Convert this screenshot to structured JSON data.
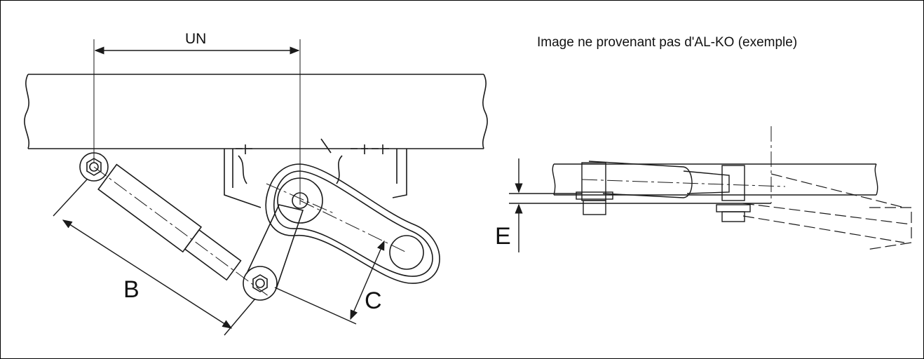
{
  "caption": "Image ne provenant pas d'AL-KO (exemple)",
  "dimensions": {
    "a": "UN",
    "b": "B",
    "c": "C",
    "e": "E"
  },
  "colors": {
    "line": "#1a1a1a",
    "shade": "#e6e6e6",
    "background": "#ffffff"
  }
}
